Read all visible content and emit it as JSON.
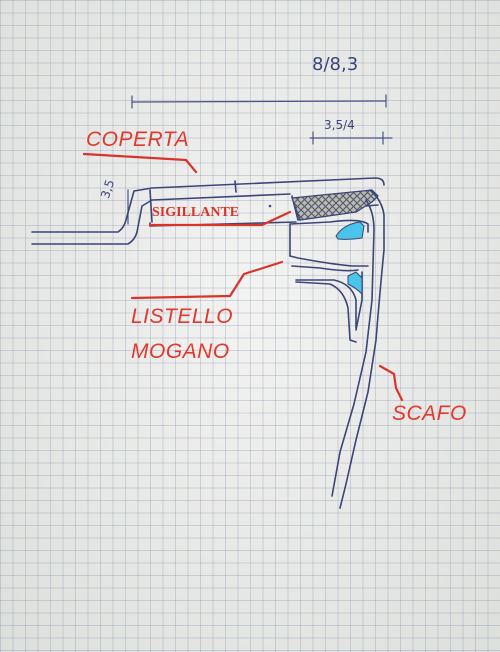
{
  "labels": {
    "coperta": "COPERTA",
    "sigillante": "SIGILLANTE",
    "listello_1": "LISTELLO",
    "listello_2": "MOGANO",
    "scafo": "SCAFO"
  },
  "dimensions": {
    "overall": "8/8,3",
    "inner": "3,5/4",
    "step": "3,5"
  },
  "colors": {
    "ink": "#3c4577",
    "annotation": "#d8342b",
    "sealant_fill": "#49c4ea"
  }
}
